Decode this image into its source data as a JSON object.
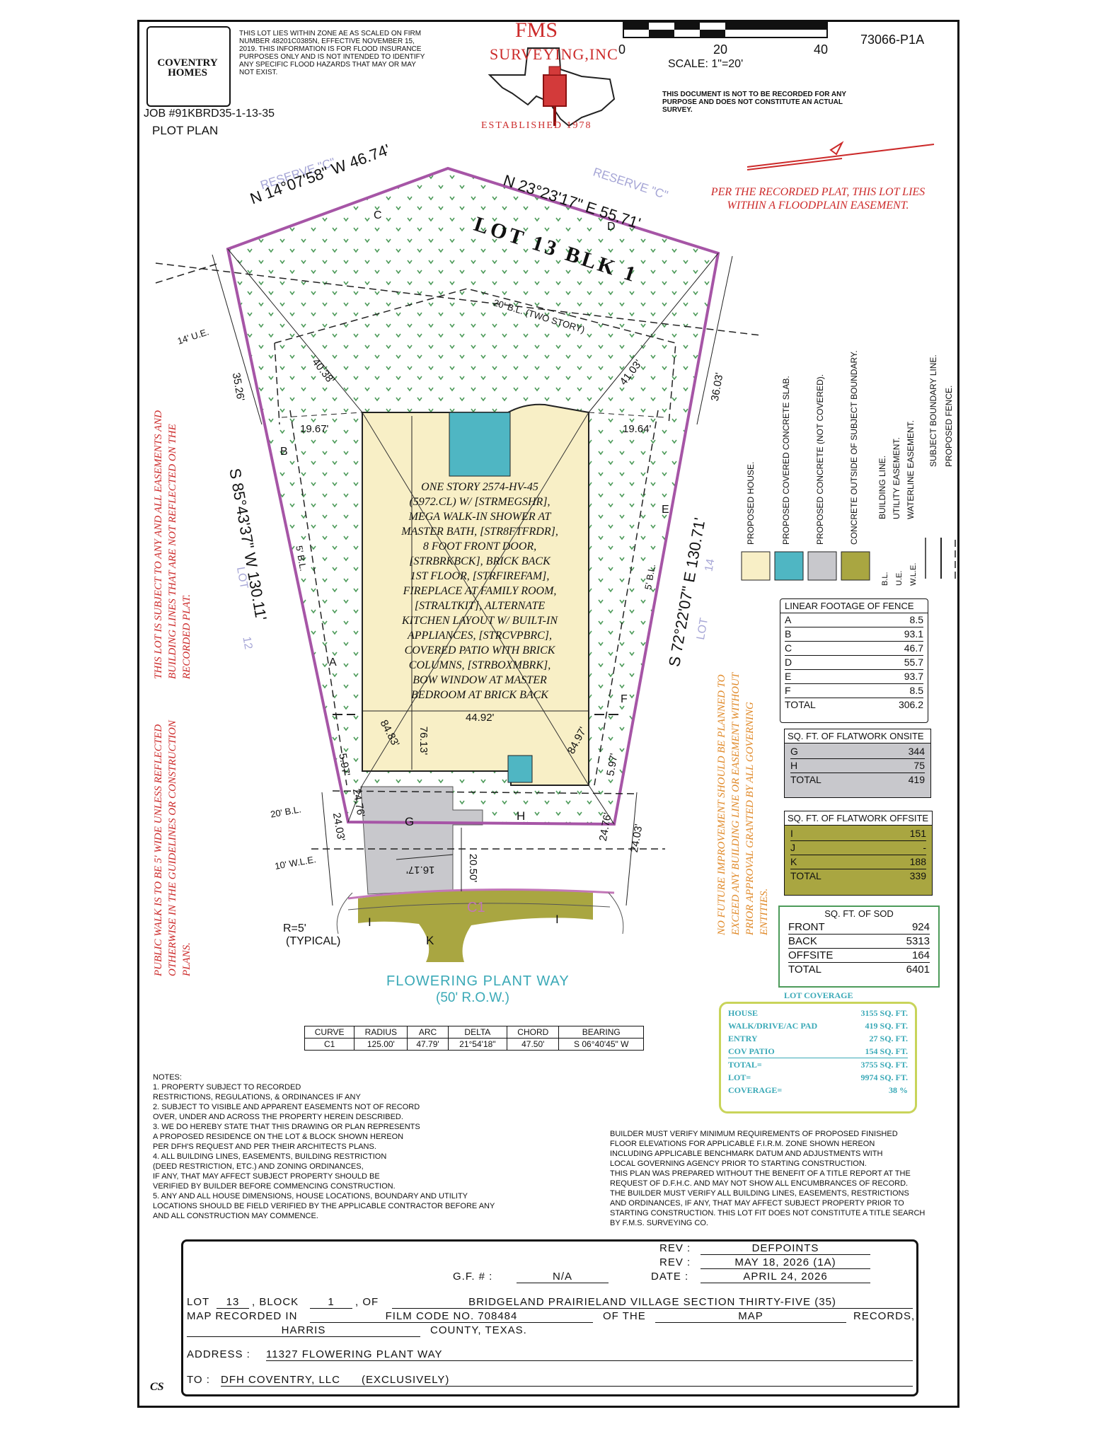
{
  "header": {
    "logo": "COVENTRY HOMES",
    "flood_note": "THIS LOT LIES WITHIN ZONE AE AS SCALED ON FIRM NUMBER 48201C0385N, EFFECTIVE NOVEMBER 15, 2019. THIS INFORMATION IS FOR FLOOD INSURANCE PURPOSES ONLY AND IS NOT INTENDED TO IDENTIFY ANY SPECIFIC FLOOD HAZARDS THAT MAY OR MAY NOT EXIST.",
    "job": "JOB #91KBRD35-1-13-35",
    "plan_type": "PLOT PLAN",
    "surveyor_name": "FMS",
    "surveyor_sub": "SURVEYING,INC",
    "established": "ESTABLISHED 1978",
    "scale_ticks": [
      "0",
      "20",
      "40"
    ],
    "scale_label": "SCALE:   1\"=20'",
    "doc_id": "73066-P1A",
    "doc_note": "THIS DOCUMENT IS NOT TO BE RECORDED FOR ANY PURPOSE AND DOES NOT CONSTITUTE AN ACTUAL SURVEY."
  },
  "plat": {
    "floodplain_note": "PER THE RECORDED PLAT, THIS LOT LIES WITHIN A FLOODPLAIN EASEMENT.",
    "lot_label": "LOT 13 BLK 1",
    "reserve_c1": "RESERVE \"C\"",
    "reserve_c2": "RESERVE \"C\"",
    "bearing_top_left": "N 14°07'58\" W 46.74'",
    "bearing_top_right": "N 23°23'17\" E 55.71'",
    "bearing_left": "S 85°43'37\" W 130.11'",
    "bearing_right": "S 72°22'07\" E 130.71'",
    "bl_two_story": "20' B.L. (TWO STORY)",
    "ue": "14' U.E.",
    "bl_left": "5' B.L.",
    "bl_right": "5' B.L.",
    "bl_front": "20' B.L.",
    "wle": "10' W.L.E.",
    "lot12": "LOT",
    "lot12n": "12",
    "lot14": "LOT",
    "lot14n": "14",
    "dims": {
      "d3526": "35.26'",
      "d4038": "40.38'",
      "d1967": "19.67'",
      "d4103": "41.03'",
      "d1964": "19.64'",
      "d3603": "36.03'",
      "d4492": "44.92'",
      "d8483": "84.83'",
      "d7613": "76.13'",
      "d8497": "84.97'",
      "d597a": "5.97'",
      "d597b": "5.97'",
      "d2476a": "24.76'",
      "d2403a": "24.03'",
      "d2476b": "24.76'",
      "d2403b": "24.03'",
      "d1617": "16.17'",
      "d2050": "20.50'"
    },
    "letters": {
      "A": "A",
      "B": "B",
      "C": "C",
      "D": "D",
      "E": "E",
      "F": "F",
      "G": "G",
      "H": "H",
      "I1": "I",
      "I2": "I",
      "K": "K",
      "C1": "C1"
    },
    "radius_note": "R=5'",
    "radius_note2": "(TYPICAL)",
    "street": "FLOWERING PLANT WAY",
    "row": "(50' R.O.W.)",
    "house_desc": [
      "ONE STORY 2574-HV-45",
      "(5972.CL) W/ [STRMEGSHR],",
      "MEGA WALK-IN SHOWER AT",
      "MASTER BATH, [STR8FTFRDR],",
      "8 FOOT FRONT DOOR,",
      "[STRBRKBCK], BRICK BACK",
      "1ST FLOOR, [STRFIREFAM],",
      "FIREPLACE AT FAMILY ROOM,",
      "[STRALTKIT], ALTERNATE",
      "KITCHEN LAYOUT W/ BUILT-IN",
      "APPLIANCES, [STRCVPBRC],",
      "COVERED PATIO WITH BRICK",
      "COLUMNS, [STRBOXMBRK],",
      "BOW WINDOW AT MASTER",
      "BEDROOM AT BRICK BACK"
    ],
    "side_note_left": "THIS LOT IS SUBJECT TO ANY AND ALL EASEMENTS AND BUILDING LINES THAT ARE NOT REFLECTED ON THE RECORDED PLAT.",
    "side_note_left2": "PUBLIC WALK IS TO BE 5' WIDE UNLESS REFLECTED OTHERWISE IN THE GUIDELINES OR CONSTRUCTION PLANS.",
    "side_note_right": "NO FUTURE IMPROVEMENT SHOULD BE PLANNED TO EXCEED ANY BUILDING LINE OR EASEMENT WITHOUT PRIOR APPROVAL GRANTED BY ALL GOVERNING ENTITIES."
  },
  "legend": {
    "items": [
      {
        "label": "PROPOSED HOUSE.",
        "color": "#f8efc6"
      },
      {
        "label": "PROPOSED COVERED CONCRETE SLAB.",
        "color": "#4fb6c3"
      },
      {
        "label": "PROPOSED CONCRETE (NOT COVERED).",
        "color": "#c8c8cc"
      },
      {
        "label": "CONCRETE OUTSIDE OF SUBJECT BOUNDARY.",
        "color": "#a9a641"
      }
    ],
    "lines": [
      {
        "abbr": "B.L.",
        "label": "BUILDING LINE."
      },
      {
        "abbr": "U.E.",
        "label": "UTILITY EASEMENT."
      },
      {
        "abbr": "W.L.E.",
        "label": "WATERLINE EASEMENT."
      },
      {
        "abbr": "",
        "label": "SUBJECT BOUNDARY LINE."
      },
      {
        "abbr": "",
        "label": "PROPOSED FENCE."
      }
    ]
  },
  "fence": {
    "title": "LINEAR FOOTAGE OF FENCE",
    "rows": [
      {
        "k": "A",
        "v": "8.5"
      },
      {
        "k": "B",
        "v": "93.1"
      },
      {
        "k": "C",
        "v": "46.7"
      },
      {
        "k": "D",
        "v": "55.7"
      },
      {
        "k": "E",
        "v": "93.7"
      },
      {
        "k": "F",
        "v": "8.5"
      },
      {
        "k": "TOTAL",
        "v": "306.2"
      }
    ]
  },
  "flat_on": {
    "title": "SQ. FT. OF FLATWORK ONSITE",
    "rows": [
      {
        "k": "G",
        "v": "344"
      },
      {
        "k": "H",
        "v": "75"
      },
      {
        "k": "TOTAL",
        "v": "419"
      }
    ]
  },
  "flat_off": {
    "title": "SQ. FT. OF FLATWORK OFFSITE",
    "rows": [
      {
        "k": "I",
        "v": "151"
      },
      {
        "k": "J",
        "v": "-"
      },
      {
        "k": "K",
        "v": "188"
      },
      {
        "k": "TOTAL",
        "v": "339"
      }
    ]
  },
  "sod": {
    "title": "SQ. FT. OF SOD",
    "rows": [
      {
        "k": "FRONT",
        "v": "924"
      },
      {
        "k": "BACK",
        "v": "5313"
      },
      {
        "k": "OFFSITE",
        "v": "164"
      },
      {
        "k": "TOTAL",
        "v": "6401"
      }
    ]
  },
  "coverage": {
    "title": "LOT COVERAGE",
    "rows": [
      {
        "k": "HOUSE",
        "v": "3155 SQ. FT."
      },
      {
        "k": "WALK/DRIVE/AC PAD",
        "v": "419 SQ. FT."
      },
      {
        "k": "ENTRY",
        "v": "27 SQ. FT."
      },
      {
        "k": "COV PATIO",
        "v": "154 SQ. FT."
      },
      {
        "k": "TOTAL=",
        "v": "3755 SQ. FT."
      },
      {
        "k": "LOT=",
        "v": "9974 SQ. FT."
      },
      {
        "k": "COVERAGE=",
        "v": "38 %"
      }
    ]
  },
  "curve_table": {
    "headers": [
      "CURVE",
      "RADIUS",
      "ARC",
      "DELTA",
      "CHORD",
      "BEARING"
    ],
    "row": [
      "C1",
      "125.00'",
      "47.79'",
      "21°54'18\"",
      "47.50'",
      "S 06°40'45\" W"
    ]
  },
  "notes": {
    "title": "NOTES:",
    "lines": [
      "1. PROPERTY SUBJECT TO RECORDED",
      "RESTRICTIONS, REGULATIONS, & ORDINANCES IF ANY",
      "2. SUBJECT TO VISIBLE AND APPARENT EASEMENTS NOT OF RECORD",
      "OVER, UNDER AND ACROSS THE PROPERTY HEREIN DESCRIBED.",
      "3. WE DO HEREBY STATE THAT THIS DRAWING OR PLAN REPRESENTS",
      "A PROPOSED RESIDENCE ON THE LOT & BLOCK SHOWN HEREON",
      "PER DFH'S REQUEST AND PER THEIR ARCHITECTS PLANS.",
      "4. ALL BUILDING LINES, EASEMENTS, BUILDING RESTRICTION",
      "(DEED RESTRICTION, ETC.) AND ZONING ORDINANCES,",
      "IF ANY, THAT MAY AFFECT SUBJECT PROPERTY SHOULD BE",
      "VERIFIED BY BUILDER BEFORE COMMENCING CONSTRUCTION.",
      "5. ANY AND ALL HOUSE DIMENSIONS, HOUSE LOCATIONS, BOUNDARY AND UTILITY",
      "LOCATIONS SHOULD BE FIELD VERIFIED BY THE APPLICABLE CONTRACTOR BEFORE ANY",
      "AND ALL CONSTRUCTION MAY COMMENCE."
    ],
    "builder": [
      "BUILDER MUST VERIFY MINIMUM REQUIREMENTS OF PROPOSED FINISHED",
      "FLOOR ELEVATIONS FOR APPLICABLE F.I.R.M. ZONE SHOWN HEREON",
      "INCLUDING APPLICABLE BENCHMARK DATUM AND ADJUSTMENTS WITH",
      "LOCAL GOVERNING AGENCY PRIOR TO STARTING CONSTRUCTION.",
      "THIS PLAN WAS PREPARED WITHOUT THE BENEFIT OF A TITLE REPORT AT THE",
      "REQUEST OF D.F.H.C. AND MAY NOT SHOW ALL ENCUMBRANCES OF RECORD.",
      "THE BUILDER MUST VERIFY ALL BUILDING LINES, EASEMENTS, RESTRICTIONS",
      "AND ORDINANCES, IF ANY, THAT MAY AFFECT SUBJECT PROPERTY PRIOR TO",
      "STARTING CONSTRUCTION. THIS LOT FIT DOES NOT CONSTITUTE A TITLE SEARCH",
      "BY F.M.S. SURVEYING CO."
    ]
  },
  "title_block": {
    "rev_label": "REV :",
    "rev1": "DEFPOINTS",
    "rev2": "MAY 18, 2026 (1A)",
    "date_label": "DATE :",
    "date": "APRIL 24, 2026",
    "gf_label": "G.F. # :",
    "gf": "N/A",
    "lot_label": "LOT",
    "lot": "13",
    "block_label": ", BLOCK",
    "block": "1",
    "of_label": ", OF",
    "subdivision": "BRIDGELAND PRAIRIELAND VILLAGE SECTION THIRTY-FIVE (35)",
    "map_label": "MAP RECORDED IN",
    "film": "FILM CODE No. 708484",
    "of_the": "OF THE",
    "map": "MAP",
    "records": "RECORDS,",
    "county": "HARRIS",
    "county_suffix": "COUNTY, TEXAS.",
    "address_label": "ADDRESS :",
    "address": "11327 FLOWERING PLANT WAY",
    "to_label": "TO :",
    "to": "DFH COVENTRY, LLC",
    "to_note": "(EXCLUSIVELY)",
    "initials": "CS"
  }
}
